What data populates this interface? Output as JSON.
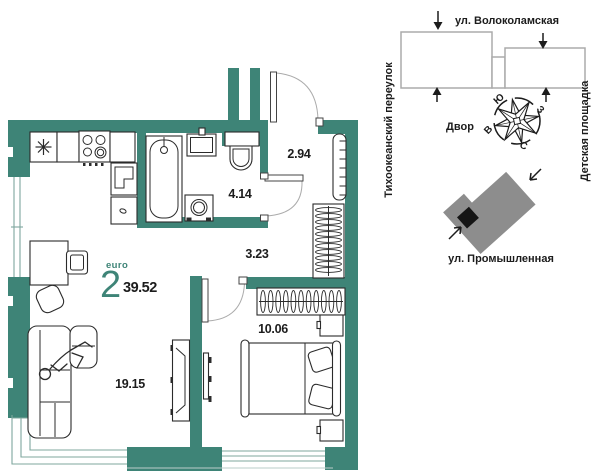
{
  "plan": {
    "type_label": "euro",
    "rooms_count": "2",
    "total_area_m2": "39.52",
    "areas": {
      "entry_hall_m2": "2.94",
      "bathroom_m2": "4.14",
      "hallway_m2": "3.23",
      "bedroom_m2": "10.06",
      "living_kitchen_m2": "19.15"
    }
  },
  "site_plan": {
    "streets": {
      "top": "ул. Волоколамская",
      "left": "Тихоокеанский переулок",
      "right": "Детская площадка",
      "bottom": "ул. Промышленная"
    },
    "yard_label": "Двор",
    "compass": {
      "top": "Ю",
      "right": "З",
      "left": "В",
      "bottom": "С"
    }
  },
  "colors": {
    "wall_accent": "#3e8477",
    "site_building_gray": "#8d8d8d",
    "unit_marker_black": "#151515"
  }
}
